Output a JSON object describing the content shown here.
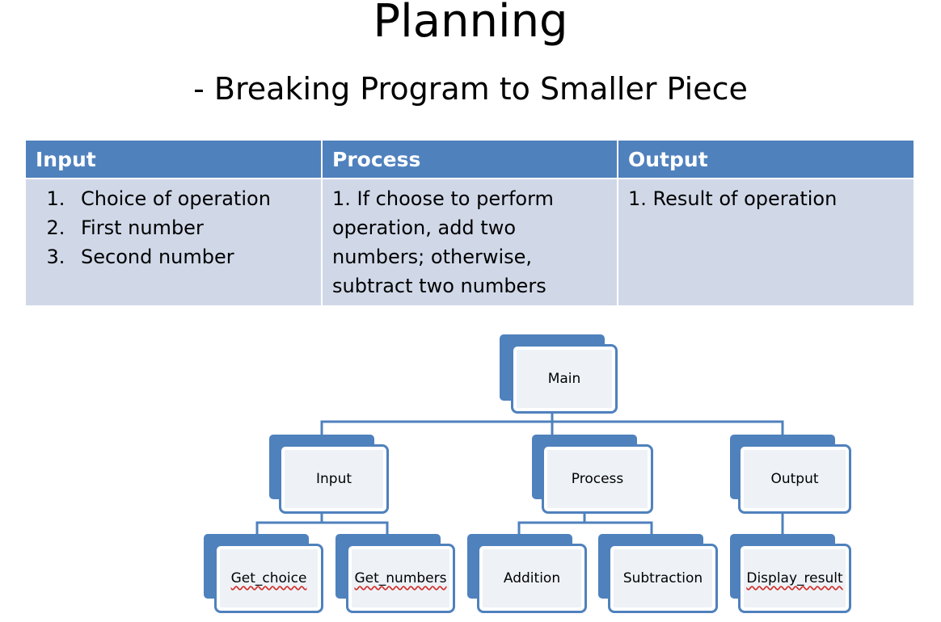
{
  "title": "Planning",
  "subtitle": "- Breaking Program to Smaller Piece",
  "table": {
    "headers": [
      "Input",
      "Process",
      "Output"
    ],
    "input_items": [
      "Choice of operation",
      "First number",
      "Second number"
    ],
    "process_text": "1. If choose to perform operation, add two numbers; otherwise, subtract two numbers",
    "output_text": "1. Result of operation"
  },
  "hierarchy": {
    "root": "Main",
    "level1": [
      "Input",
      "Process",
      "Output"
    ],
    "level2": [
      "Get_choice",
      "Get_numbers",
      "Addition",
      "Subtraction",
      "Display_result"
    ]
  },
  "colors": {
    "accent": "#4f81bd",
    "cell_fill": "#d0d8e8",
    "node_fill": "#eef2f7",
    "spellcheck_underline": "#d0312d"
  }
}
